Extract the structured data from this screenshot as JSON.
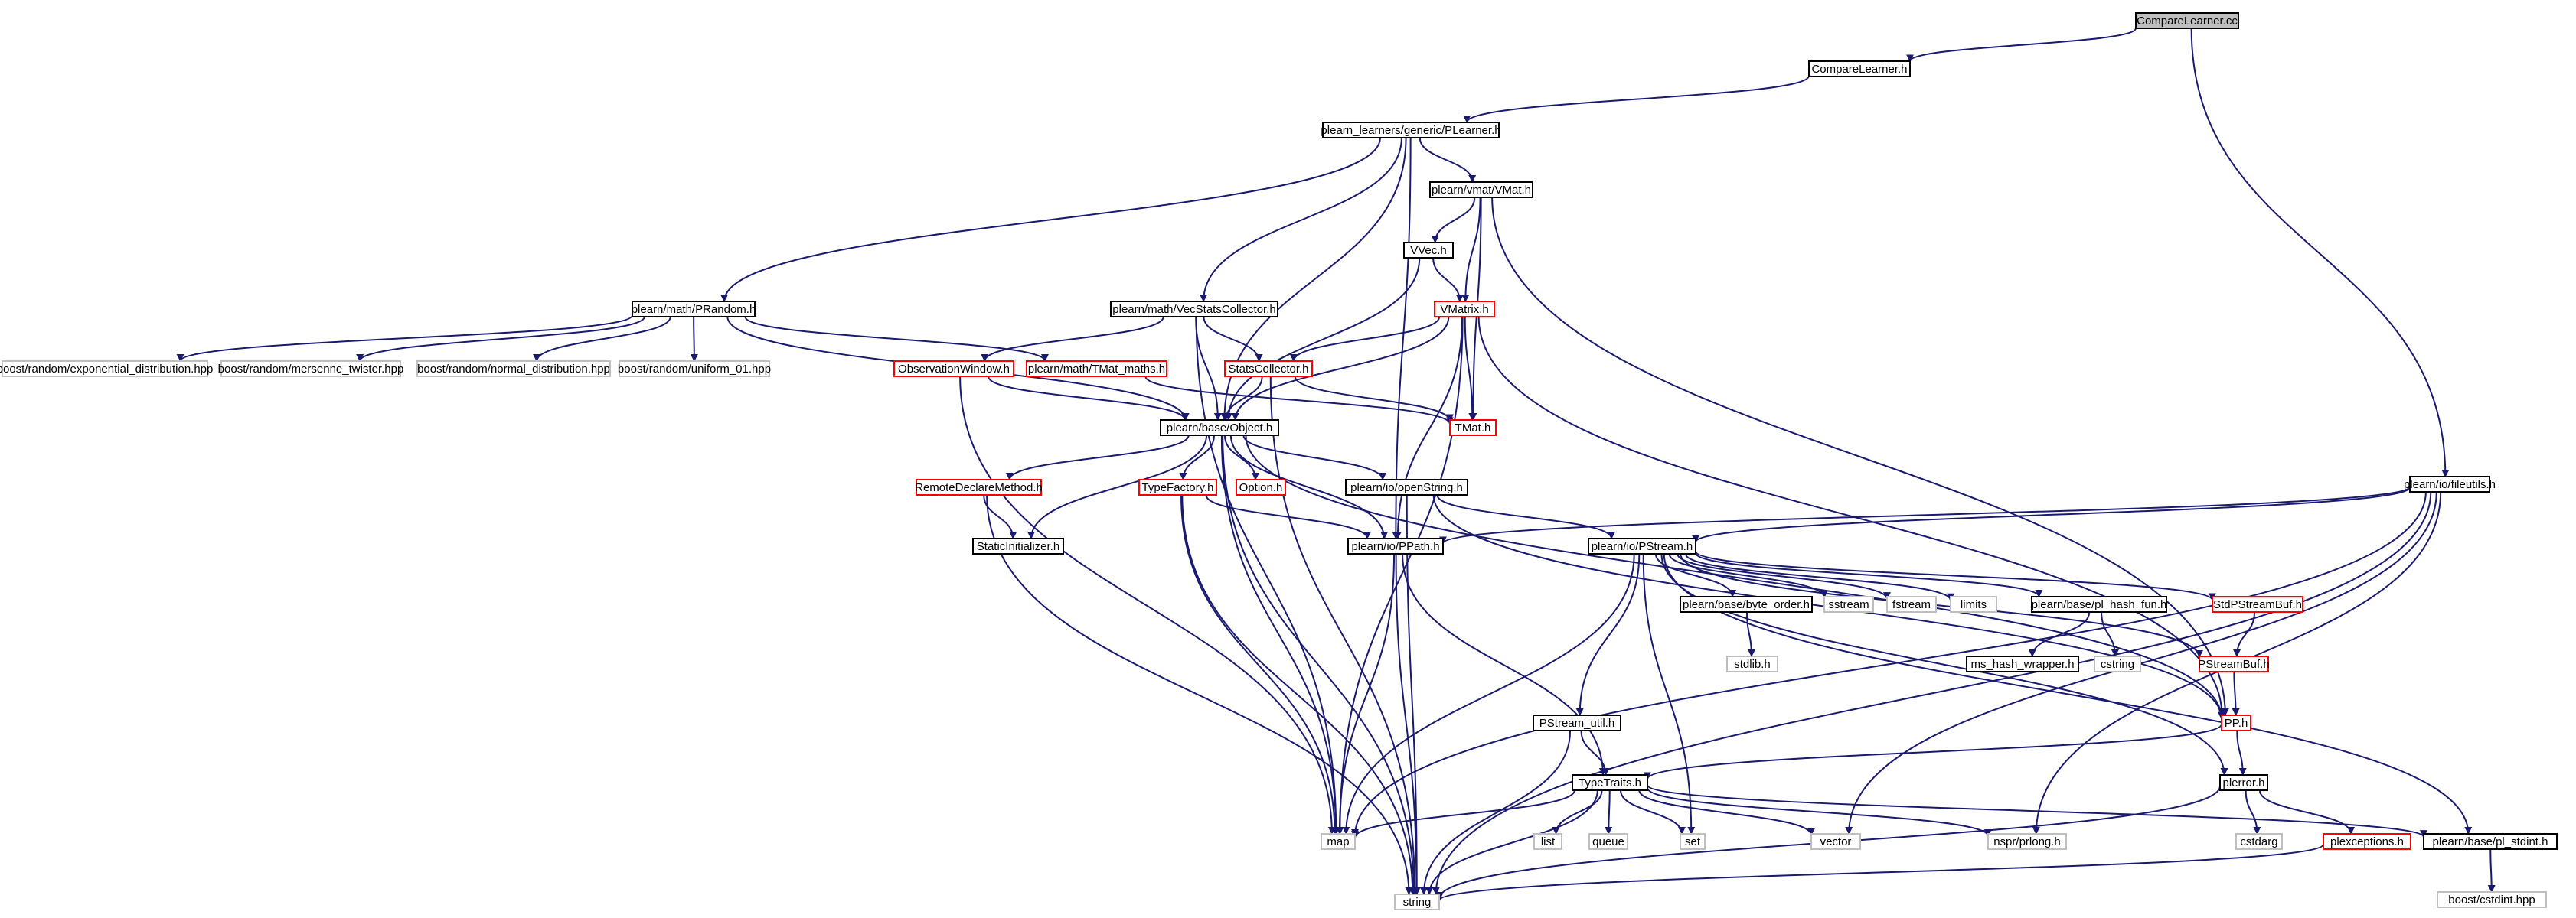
{
  "graph_title": "CompareLearner.cc",
  "colors": {
    "edge": "#191970",
    "root_fill": "#bfbfbf",
    "normal_stroke": "#000000",
    "truncated_stroke": "#ff0000",
    "external_stroke": "#bfbfbf"
  },
  "nodes": [
    {
      "id": "CompareLearner_cc",
      "label": "CompareLearner.cc",
      "kind": "root"
    },
    {
      "id": "CompareLearner_h",
      "label": "CompareLearner.h",
      "kind": "normal"
    },
    {
      "id": "PLearner_h",
      "label": "plearn_learners/generic/PLearner.h",
      "kind": "normal"
    },
    {
      "id": "fileutils_h",
      "label": "plearn/io/fileutils.h",
      "kind": "normal"
    },
    {
      "id": "PRandom_h",
      "label": "plearn/math/PRandom.h",
      "kind": "normal"
    },
    {
      "id": "VecStatsCollector_h",
      "label": "plearn/math/VecStatsCollector.h",
      "kind": "normal"
    },
    {
      "id": "VMat_h",
      "label": "plearn/vmat/VMat.h",
      "kind": "normal"
    },
    {
      "id": "VVec_h",
      "label": "VVec.h",
      "kind": "normal"
    },
    {
      "id": "VMatrix_h",
      "label": "VMatrix.h",
      "kind": "truncated"
    },
    {
      "id": "exp_dist",
      "label": "boost/random/exponential_distribution.hpp",
      "kind": "external"
    },
    {
      "id": "mersenne",
      "label": "boost/random/mersenne_twister.hpp",
      "kind": "external"
    },
    {
      "id": "normal_dist",
      "label": "boost/random/normal_distribution.hpp",
      "kind": "external"
    },
    {
      "id": "uniform01",
      "label": "boost/random/uniform_01.hpp",
      "kind": "external"
    },
    {
      "id": "ObservationWindow_h",
      "label": "ObservationWindow.h",
      "kind": "truncated"
    },
    {
      "id": "TMat_maths_h",
      "label": "plearn/math/TMat_maths.h",
      "kind": "truncated"
    },
    {
      "id": "StatsCollector_h",
      "label": "StatsCollector.h",
      "kind": "truncated"
    },
    {
      "id": "TMat_h",
      "label": "TMat.h",
      "kind": "truncated"
    },
    {
      "id": "Object_h",
      "label": "plearn/base/Object.h",
      "kind": "normal"
    },
    {
      "id": "RemoteDeclareMethod_h",
      "label": "RemoteDeclareMethod.h",
      "kind": "truncated"
    },
    {
      "id": "TypeFactory_h",
      "label": "TypeFactory.h",
      "kind": "truncated"
    },
    {
      "id": "Option_h",
      "label": "Option.h",
      "kind": "truncated"
    },
    {
      "id": "openString_h",
      "label": "plearn/io/openString.h",
      "kind": "normal"
    },
    {
      "id": "StaticInitializer_h",
      "label": "StaticInitializer.h",
      "kind": "normal"
    },
    {
      "id": "PPath_h",
      "label": "plearn/io/PPath.h",
      "kind": "normal"
    },
    {
      "id": "PStream_h",
      "label": "plearn/io/PStream.h",
      "kind": "normal"
    },
    {
      "id": "byte_order_h",
      "label": "plearn/base/byte_order.h",
      "kind": "normal"
    },
    {
      "id": "sstream",
      "label": "sstream",
      "kind": "external"
    },
    {
      "id": "fstream",
      "label": "fstream",
      "kind": "external"
    },
    {
      "id": "limits",
      "label": "limits",
      "kind": "external"
    },
    {
      "id": "pl_hash_fun_h",
      "label": "plearn/base/pl_hash_fun.h",
      "kind": "normal"
    },
    {
      "id": "StdPStreamBuf_h",
      "label": "StdPStreamBuf.h",
      "kind": "truncated"
    },
    {
      "id": "stdlib_h",
      "label": "stdlib.h",
      "kind": "external"
    },
    {
      "id": "ms_hash_wrapper_h",
      "label": "ms_hash_wrapper.h",
      "kind": "normal"
    },
    {
      "id": "cstring",
      "label": "cstring",
      "kind": "external"
    },
    {
      "id": "PStreamBuf_h",
      "label": "PStreamBuf.h",
      "kind": "truncated"
    },
    {
      "id": "PStream_util_h",
      "label": "PStream_util.h",
      "kind": "normal"
    },
    {
      "id": "PP_h",
      "label": "PP.h",
      "kind": "truncated"
    },
    {
      "id": "TypeTraits_h",
      "label": "TypeTraits.h",
      "kind": "normal"
    },
    {
      "id": "plerror_h",
      "label": "plerror.h",
      "kind": "normal"
    },
    {
      "id": "map",
      "label": "map",
      "kind": "external"
    },
    {
      "id": "list",
      "label": "list",
      "kind": "external"
    },
    {
      "id": "queue",
      "label": "queue",
      "kind": "external"
    },
    {
      "id": "set",
      "label": "set",
      "kind": "external"
    },
    {
      "id": "vector",
      "label": "vector",
      "kind": "external"
    },
    {
      "id": "nspr_prlong_h",
      "label": "nspr/prlong.h",
      "kind": "external"
    },
    {
      "id": "cstdarg",
      "label": "cstdarg",
      "kind": "external"
    },
    {
      "id": "plexceptions_h",
      "label": "plexceptions.h",
      "kind": "truncated"
    },
    {
      "id": "pl_stdint_h",
      "label": "plearn/base/pl_stdint.h",
      "kind": "normal"
    },
    {
      "id": "string",
      "label": "string",
      "kind": "external"
    },
    {
      "id": "cstdint_hpp",
      "label": "boost/cstdint.hpp",
      "kind": "external"
    }
  ],
  "edges": [
    [
      "CompareLearner_cc",
      "CompareLearner_h"
    ],
    [
      "CompareLearner_cc",
      "fileutils_h"
    ],
    [
      "CompareLearner_h",
      "PLearner_h"
    ],
    [
      "PLearner_h",
      "PRandom_h"
    ],
    [
      "PLearner_h",
      "VecStatsCollector_h"
    ],
    [
      "PLearner_h",
      "VMat_h"
    ],
    [
      "PLearner_h",
      "Object_h"
    ],
    [
      "PLearner_h",
      "PPath_h"
    ],
    [
      "PRandom_h",
      "exp_dist"
    ],
    [
      "PRandom_h",
      "mersenne"
    ],
    [
      "PRandom_h",
      "normal_dist"
    ],
    [
      "PRandom_h",
      "uniform01"
    ],
    [
      "PRandom_h",
      "TMat_maths_h"
    ],
    [
      "PRandom_h",
      "Object_h"
    ],
    [
      "VecStatsCollector_h",
      "ObservationWindow_h"
    ],
    [
      "VecStatsCollector_h",
      "StatsCollector_h"
    ],
    [
      "VecStatsCollector_h",
      "Object_h"
    ],
    [
      "VecStatsCollector_h",
      "map"
    ],
    [
      "VMat_h",
      "VVec_h"
    ],
    [
      "VMat_h",
      "VMatrix_h"
    ],
    [
      "VMat_h",
      "TMat_h"
    ],
    [
      "VMat_h",
      "PP_h"
    ],
    [
      "VVec_h",
      "VMatrix_h"
    ],
    [
      "VVec_h",
      "Object_h"
    ],
    [
      "VMatrix_h",
      "StatsCollector_h"
    ],
    [
      "VMatrix_h",
      "TMat_h"
    ],
    [
      "VMatrix_h",
      "Object_h"
    ],
    [
      "VMatrix_h",
      "PPath_h"
    ],
    [
      "VMatrix_h",
      "PP_h"
    ],
    [
      "VMatrix_h",
      "map"
    ],
    [
      "ObservationWindow_h",
      "Object_h"
    ],
    [
      "ObservationWindow_h",
      "map"
    ],
    [
      "TMat_maths_h",
      "TMat_h"
    ],
    [
      "StatsCollector_h",
      "Object_h"
    ],
    [
      "StatsCollector_h",
      "TMat_h"
    ],
    [
      "StatsCollector_h",
      "string"
    ],
    [
      "Object_h",
      "RemoteDeclareMethod_h"
    ],
    [
      "Object_h",
      "TypeFactory_h"
    ],
    [
      "Object_h",
      "Option_h"
    ],
    [
      "Object_h",
      "openString_h"
    ],
    [
      "Object_h",
      "StaticInitializer_h"
    ],
    [
      "Object_h",
      "PPath_h"
    ],
    [
      "Object_h",
      "PP_h"
    ],
    [
      "Object_h",
      "map"
    ],
    [
      "Object_h",
      "string"
    ],
    [
      "RemoteDeclareMethod_h",
      "StaticInitializer_h"
    ],
    [
      "RemoteDeclareMethod_h",
      "string"
    ],
    [
      "TypeFactory_h",
      "PPath_h"
    ],
    [
      "TypeFactory_h",
      "map"
    ],
    [
      "TypeFactory_h",
      "string"
    ],
    [
      "openString_h",
      "PStream_h"
    ],
    [
      "openString_h",
      "PP_h"
    ],
    [
      "openString_h",
      "string"
    ],
    [
      "fileutils_h",
      "PStream_h"
    ],
    [
      "fileutils_h",
      "PPath_h"
    ],
    [
      "fileutils_h",
      "map"
    ],
    [
      "fileutils_h",
      "vector"
    ],
    [
      "fileutils_h",
      "nspr_prlong_h"
    ],
    [
      "fileutils_h",
      "string"
    ],
    [
      "PPath_h",
      "TypeTraits_h"
    ],
    [
      "PPath_h",
      "map"
    ],
    [
      "PPath_h",
      "string"
    ],
    [
      "PStream_h",
      "byte_order_h"
    ],
    [
      "PStream_h",
      "sstream"
    ],
    [
      "PStream_h",
      "fstream"
    ],
    [
      "PStream_h",
      "limits"
    ],
    [
      "PStream_h",
      "pl_hash_fun_h"
    ],
    [
      "PStream_h",
      "StdPStreamBuf_h"
    ],
    [
      "PStream_h",
      "PStreamBuf_h"
    ],
    [
      "PStream_h",
      "PStream_util_h"
    ],
    [
      "PStream_h",
      "plerror_h"
    ],
    [
      "PStream_h",
      "pl_stdint_h"
    ],
    [
      "PStream_h",
      "map"
    ],
    [
      "PStream_h",
      "set"
    ],
    [
      "byte_order_h",
      "stdlib_h"
    ],
    [
      "pl_hash_fun_h",
      "ms_hash_wrapper_h"
    ],
    [
      "pl_hash_fun_h",
      "cstring"
    ],
    [
      "StdPStreamBuf_h",
      "PStreamBuf_h"
    ],
    [
      "PStreamBuf_h",
      "PP_h"
    ],
    [
      "PStream_util_h",
      "TypeTraits_h"
    ],
    [
      "PStream_util_h",
      "string"
    ],
    [
      "PP_h",
      "TypeTraits_h"
    ],
    [
      "PP_h",
      "plerror_h"
    ],
    [
      "TypeTraits_h",
      "map"
    ],
    [
      "TypeTraits_h",
      "list"
    ],
    [
      "TypeTraits_h",
      "queue"
    ],
    [
      "TypeTraits_h",
      "set"
    ],
    [
      "TypeTraits_h",
      "vector"
    ],
    [
      "TypeTraits_h",
      "nspr_prlong_h"
    ],
    [
      "TypeTraits_h",
      "pl_stdint_h"
    ],
    [
      "TypeTraits_h",
      "string"
    ],
    [
      "plerror_h",
      "cstdarg"
    ],
    [
      "plerror_h",
      "plexceptions_h"
    ],
    [
      "plerror_h",
      "string"
    ],
    [
      "plexceptions_h",
      "string"
    ],
    [
      "pl_stdint_h",
      "cstdint_hpp"
    ]
  ]
}
